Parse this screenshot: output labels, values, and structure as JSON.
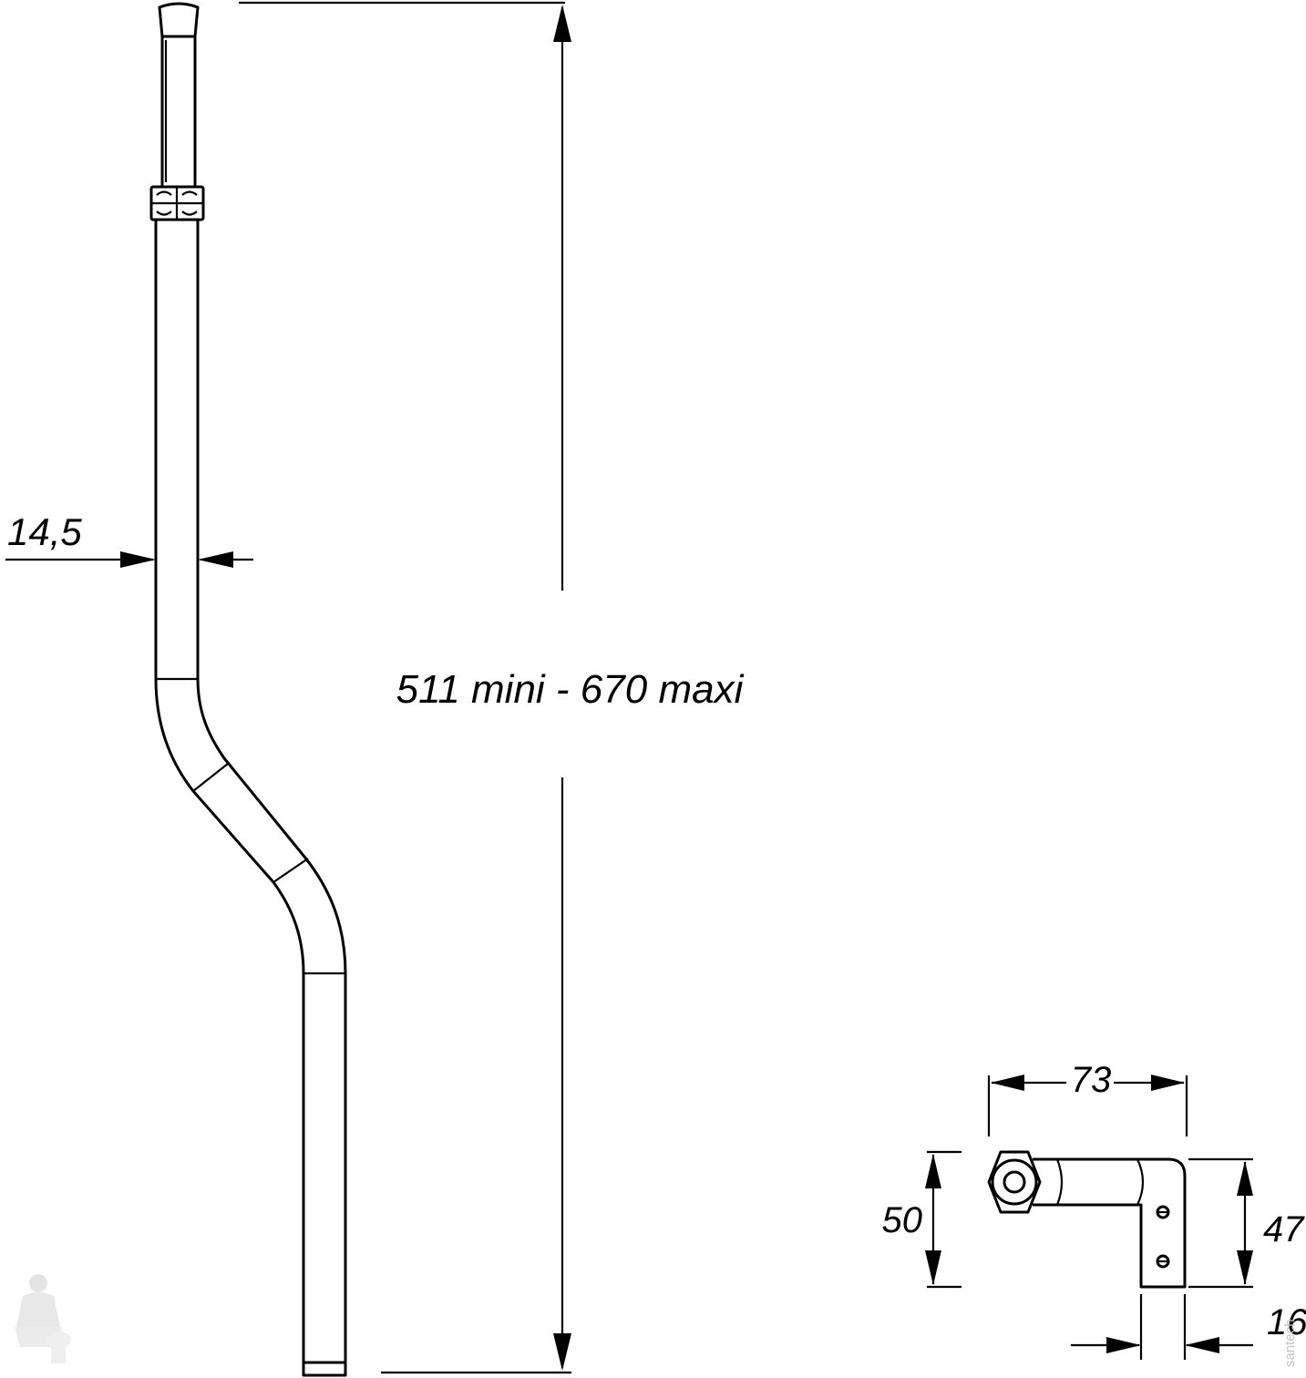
{
  "dimensions": {
    "pipe_diameter": "14,5",
    "pipe_length": "511 mini -  670 maxi",
    "elbow_width": "73",
    "elbow_height": "50",
    "bracket_height": "47",
    "bracket_width": "16"
  },
  "watermark": {
    "text": "santech"
  },
  "colors": {
    "line": "#000000",
    "background": "#ffffff",
    "watermark": "#c4c4c4"
  }
}
